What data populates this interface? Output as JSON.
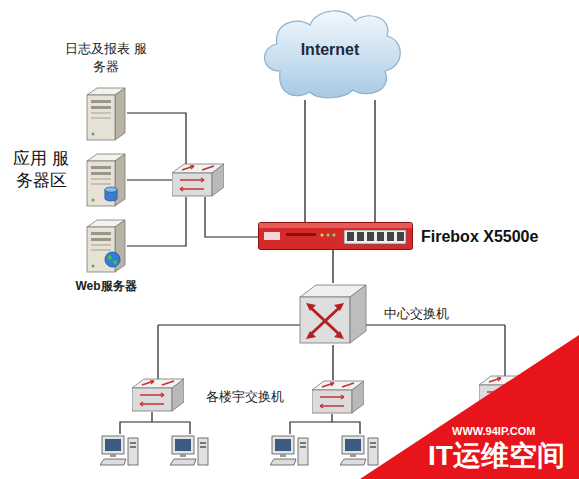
{
  "diagram": {
    "nodes": [
      {
        "text": [
          "Internet"
        ]
      },
      {
        "text": [
          "日志及报表 服务器"
        ]
      },
      {
        "text": [
          "Firebox X5500e"
        ]
      },
      {
        "text": [
          "Web服务器"
        ]
      },
      {
        "text": [
          "中心交换机"
        ]
      },
      {
        "text": [
          "各楼宇交换机"
        ]
      }
    ],
    "edges": [
      {
        "from": 0,
        "to": 2,
        "arrow": "none"
      },
      {
        "from": 0,
        "to": 2,
        "arrow": "none"
      },
      {
        "from": 2,
        "to": 4,
        "arrow": "none"
      },
      {
        "from": 4,
        "to": 5,
        "arrow": "none"
      }
    ],
    "labels": [
      "应用 服务器区",
      "WWW.94IP.COM",
      "IT运维空间"
    ]
  }
}
